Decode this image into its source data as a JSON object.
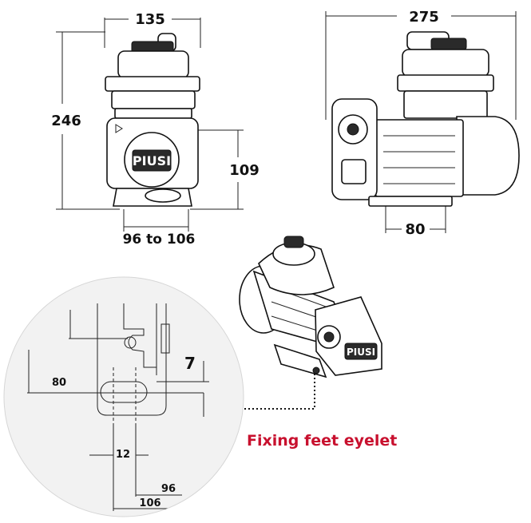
{
  "dimensions": {
    "front_width": "135",
    "front_height": "246",
    "inlet_height": "109",
    "feet_span": "96 to 106",
    "side_length": "275",
    "side_feet": "80",
    "detail_80": "80",
    "detail_7": "7",
    "detail_12": "12",
    "detail_96": "96",
    "detail_106": "106"
  },
  "brand": "PIUSI",
  "caption": "Fixing feet eyelet",
  "colors": {
    "caption": "#c8102e",
    "line": "#222222",
    "detail_bg": "#f2f2f2"
  }
}
